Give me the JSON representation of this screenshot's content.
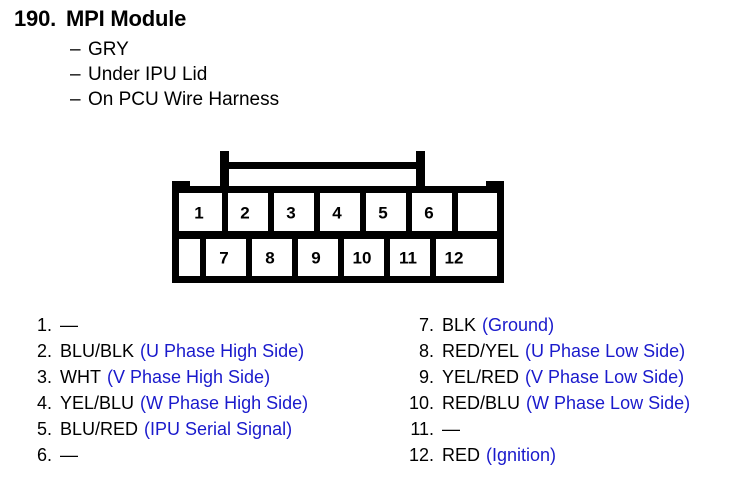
{
  "header": {
    "number": "190.",
    "title": "MPI Module",
    "bullet_marker": "–",
    "bullets": [
      "GRY",
      "Under IPU Lid",
      "On PCU Wire Harness"
    ]
  },
  "connector": {
    "top_row_labels": [
      "1",
      "2",
      "3",
      "4",
      "5",
      "6"
    ],
    "bottom_row_labels": [
      "7",
      "8",
      "9",
      "10",
      "11",
      "12"
    ]
  },
  "legend": {
    "left": [
      {
        "num": "1.",
        "wire": "—",
        "func": ""
      },
      {
        "num": "2.",
        "wire": "BLU/BLK",
        "func": "(U Phase High Side)"
      },
      {
        "num": "3.",
        "wire": "WHT",
        "func": "(V Phase High Side)"
      },
      {
        "num": "4.",
        "wire": "YEL/BLU",
        "func": "(W Phase High Side)"
      },
      {
        "num": "5.",
        "wire": "BLU/RED",
        "func": "(IPU Serial Signal)"
      },
      {
        "num": "6.",
        "wire": "—",
        "func": ""
      }
    ],
    "right": [
      {
        "num": "7.",
        "wire": "BLK",
        "func": "(Ground)"
      },
      {
        "num": "8.",
        "wire": "RED/YEL",
        "func": "(U Phase Low Side)"
      },
      {
        "num": "9.",
        "wire": "YEL/RED",
        "func": "(V Phase Low Side)"
      },
      {
        "num": "10.",
        "wire": "RED/BLU",
        "func": "(W Phase Low Side)"
      },
      {
        "num": "11.",
        "wire": "—",
        "func": ""
      },
      {
        "num": "12.",
        "wire": "RED",
        "func": "(Ignition)"
      }
    ]
  },
  "colors": {
    "ink": "#000000",
    "function_text": "#1a1acc",
    "background": "#ffffff"
  }
}
